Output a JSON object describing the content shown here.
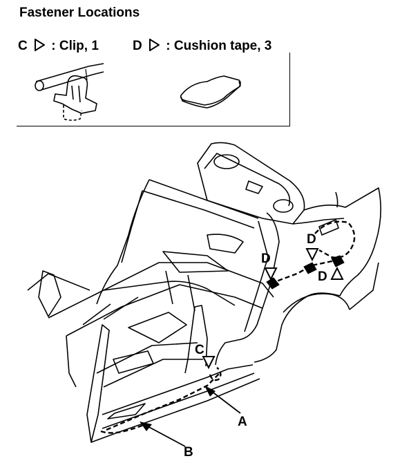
{
  "title": "Fastener Locations",
  "legend": {
    "c": {
      "letter": "C",
      "text": ": Clip, 1"
    },
    "d": {
      "letter": "D",
      "text": ": Cushion tape, 3"
    }
  },
  "callouts": {
    "a": "A",
    "b": "B",
    "c": "C",
    "d1": "D",
    "d2": "D",
    "d3": "D"
  }
}
